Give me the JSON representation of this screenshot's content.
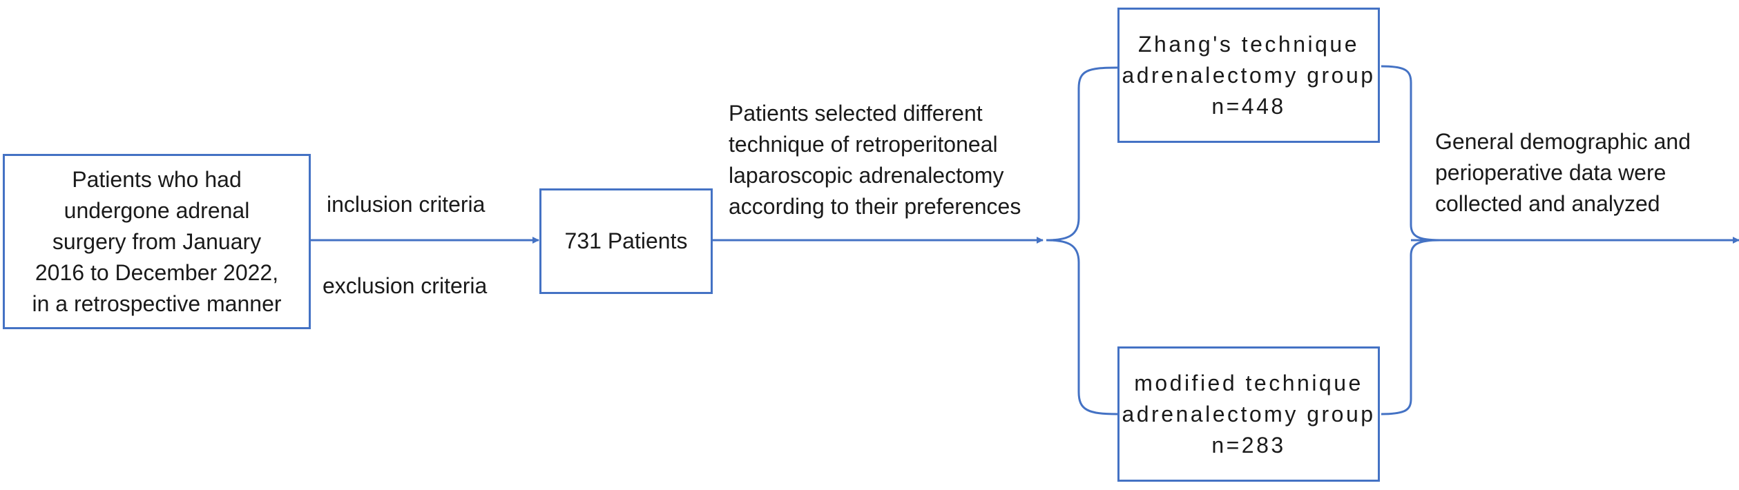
{
  "nodes": {
    "source": "Patients who had\nundergone adrenal\nsurgery from January\n2016 to December 2022,\nin a retrospective manner",
    "patients": "731 Patients",
    "zhang": "Zhang's technique\nadrenalectomy group\nn=448",
    "modified": "modified technique\nadrenalectomy  group\nn=283"
  },
  "labels": {
    "inclusion": "inclusion criteria",
    "exclusion": "exclusion criteria",
    "selection": "Patients selected different\ntechnique of retroperitoneal\nlaparoscopic adrenalectomy\n according to their preferences",
    "outcome": "General demographic and\nperioperative data were\ncollected and analyzed"
  },
  "colors": {
    "line": "#4472c4",
    "text": "#1a1a1a"
  }
}
